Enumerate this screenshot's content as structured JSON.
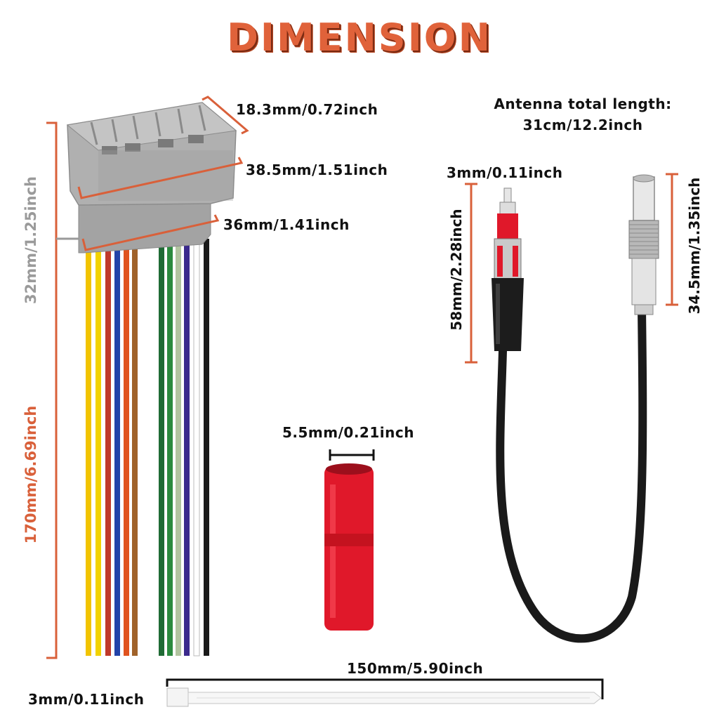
{
  "title": "DIMENSION",
  "colors": {
    "title": "#e0623a",
    "dimension_orange": "#d9603a",
    "dimension_gray": "#9a9a9a",
    "connector_gray": "#a6a6a6",
    "terminal_red": "#e0182a"
  },
  "connector": {
    "depth_label": "18.3mm/0.72inch",
    "width_top_label": "38.5mm/1.51inch",
    "width_bottom_label": "36mm/1.41inch",
    "height_label": "32mm/1.25inch",
    "wire_length_label": "170mm/6.69inch",
    "wire_colors": [
      "#f2c400",
      "#f2d200",
      "#c0392b",
      "#2343a8",
      "#e0531f",
      "#a0622a",
      "#1f6b35",
      "#2b8a3e",
      "#b2c4a0",
      "#3b2a8c",
      "#ffffff",
      "#1a1a1a"
    ]
  },
  "antenna": {
    "total_length_line1": "Antenna total length:",
    "total_length_line2": "31cm/12.2inch",
    "plug_diameter_label": "3mm/0.11inch",
    "plug_length_label": "58mm/2.28inch",
    "socket_length_label": "34.5mm/1.35inch"
  },
  "butt_connector": {
    "diameter_label": "5.5mm/0.21inch"
  },
  "cable_tie": {
    "length_label": "150mm/5.90inch",
    "width_label": "3mm/0.11inch"
  }
}
